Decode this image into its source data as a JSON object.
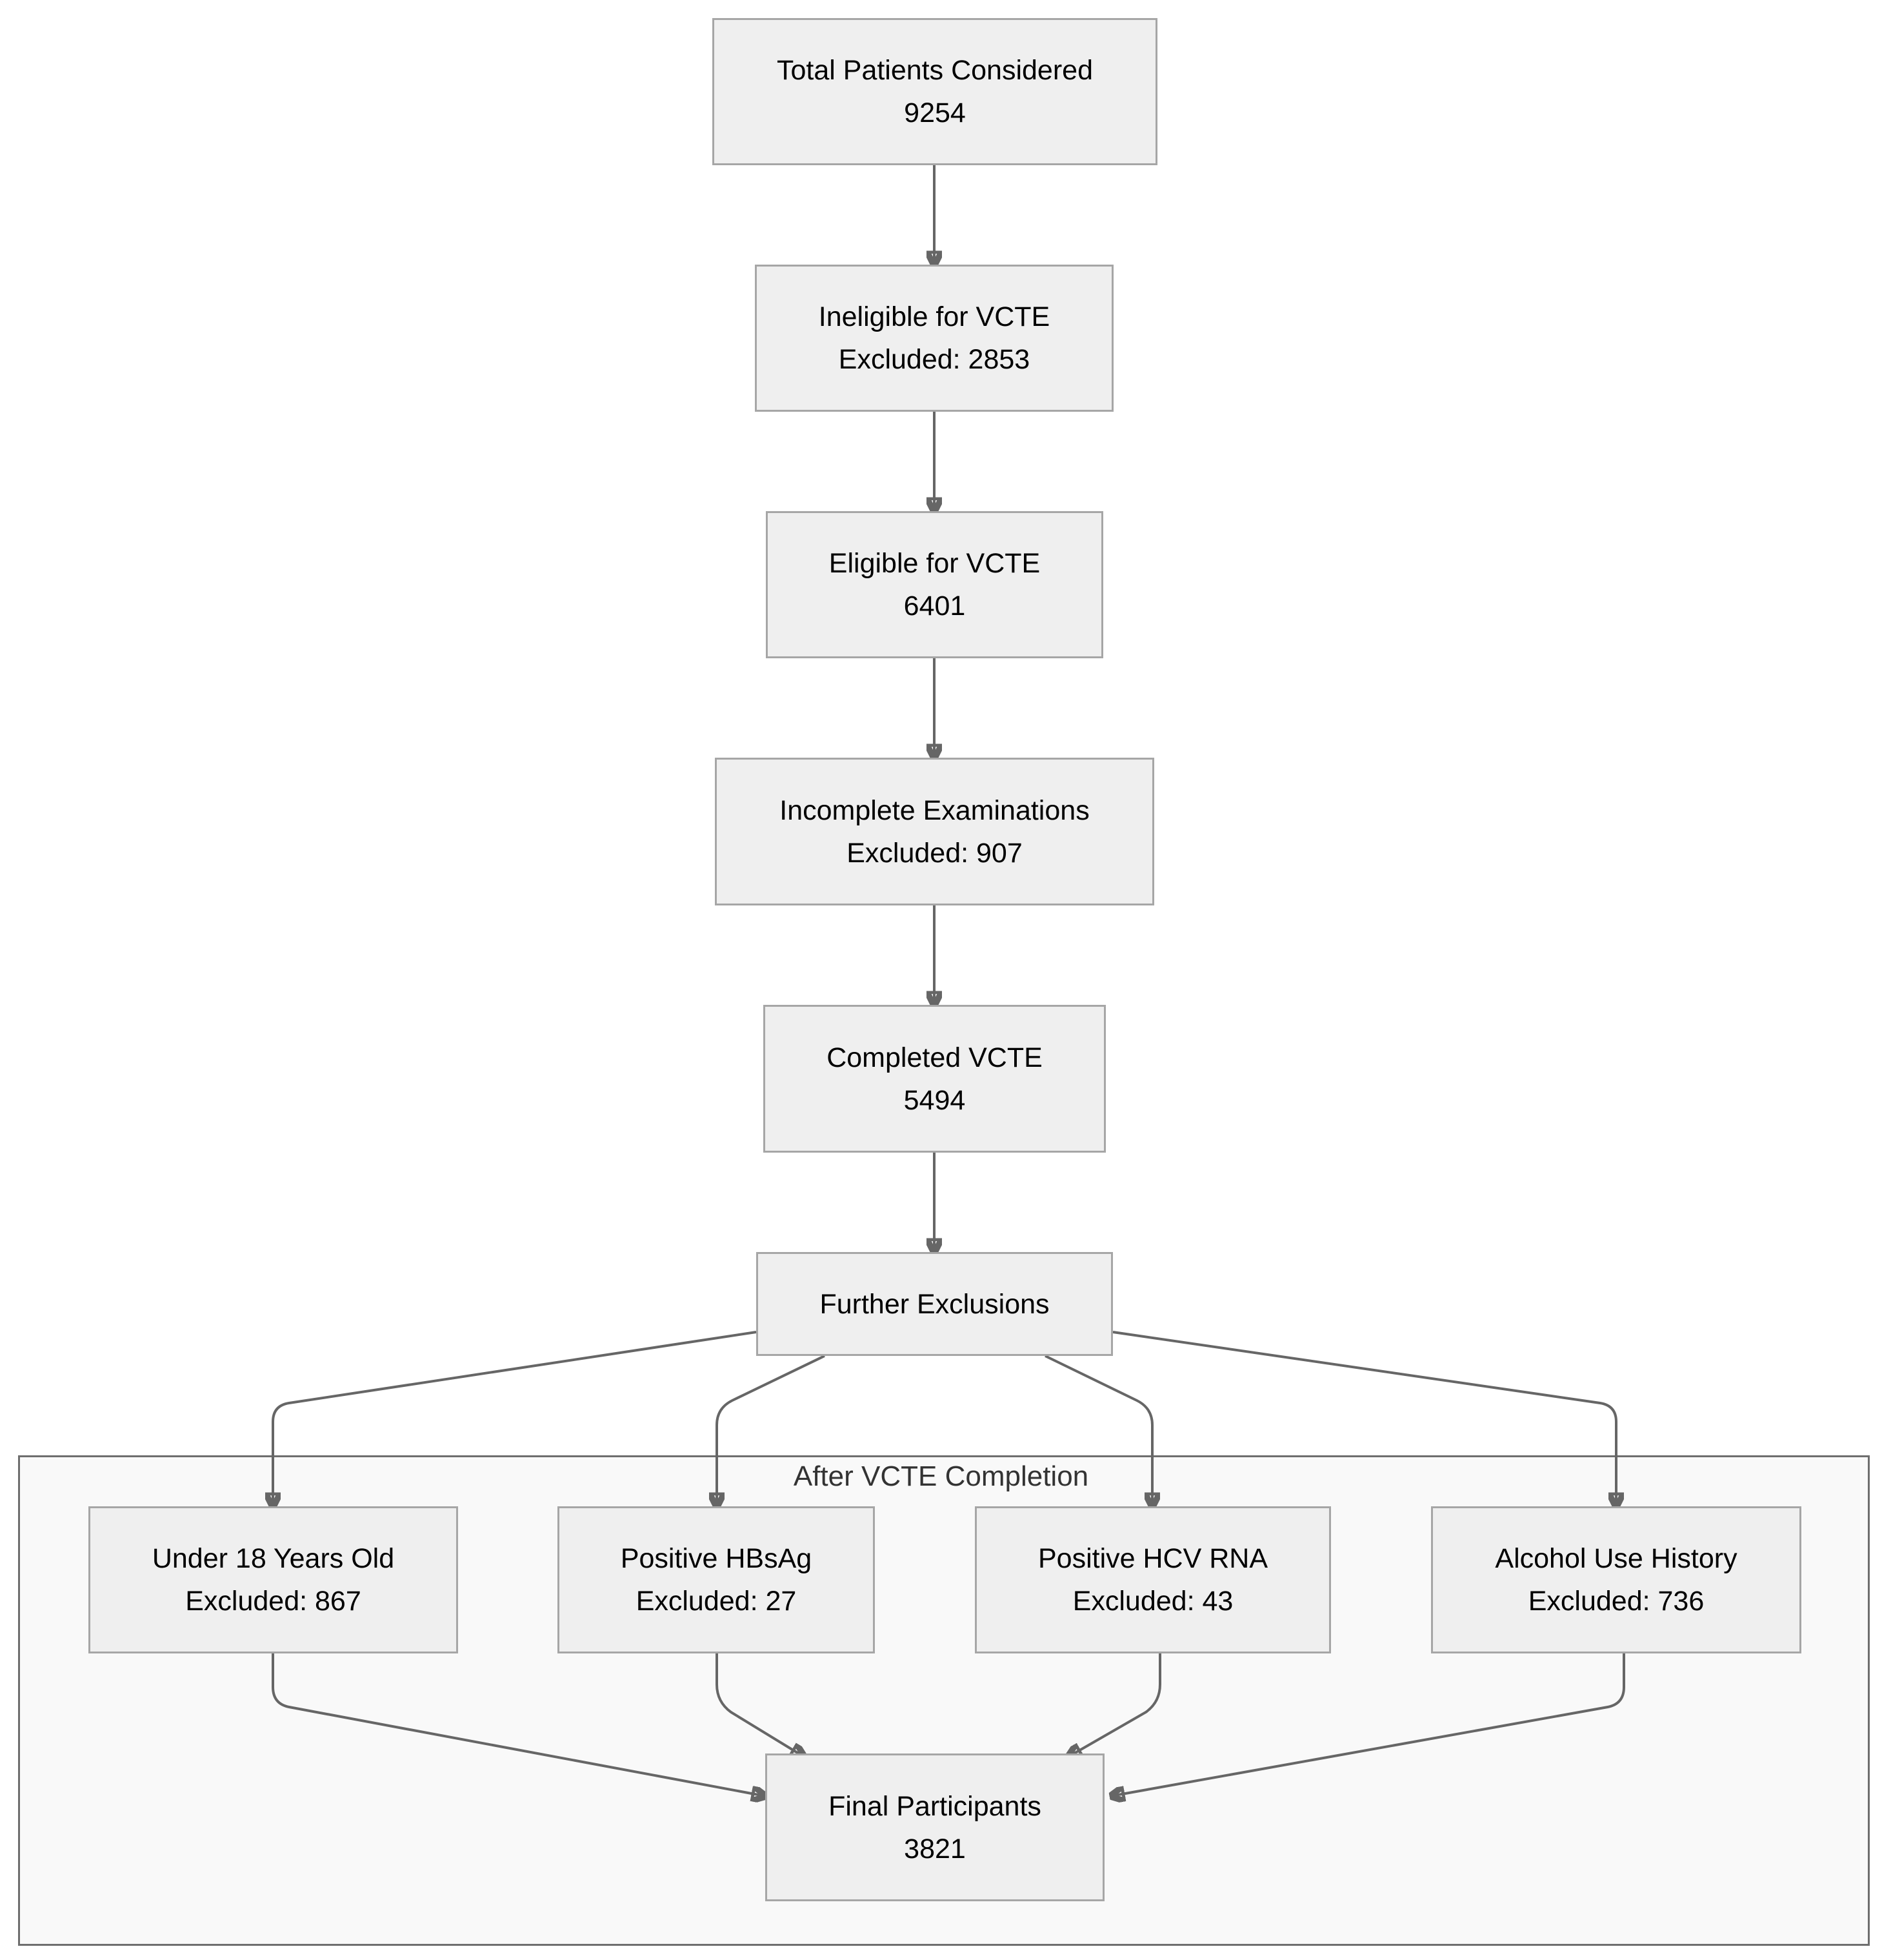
{
  "cluster": {
    "label": "After VCTE Completion"
  },
  "nodes": {
    "total": {
      "title": "Total Patients Considered",
      "value": "9254"
    },
    "ineligible": {
      "title": "Ineligible for VCTE",
      "value": "Excluded: 2853"
    },
    "eligible": {
      "title": "Eligible for VCTE",
      "value": "6401"
    },
    "incomplete": {
      "title": "Incomplete Examinations",
      "value": "Excluded: 907"
    },
    "completed": {
      "title": "Completed VCTE",
      "value": "5494"
    },
    "further": {
      "title": "Further Exclusions"
    },
    "under18": {
      "title": "Under 18 Years Old",
      "value": "Excluded: 867"
    },
    "hbsag": {
      "title": "Positive HBsAg",
      "value": "Excluded: 27"
    },
    "hcv": {
      "title": "Positive HCV RNA",
      "value": "Excluded: 43"
    },
    "alcohol": {
      "title": "Alcohol Use History",
      "value": "Excluded: 736"
    },
    "final": {
      "title": "Final Participants",
      "value": "3821"
    }
  },
  "edges": [
    [
      "total",
      "ineligible"
    ],
    [
      "ineligible",
      "eligible"
    ],
    [
      "eligible",
      "incomplete"
    ],
    [
      "incomplete",
      "completed"
    ],
    [
      "completed",
      "further"
    ],
    [
      "further",
      "under18"
    ],
    [
      "further",
      "hbsag"
    ],
    [
      "further",
      "hcv"
    ],
    [
      "further",
      "alcohol"
    ],
    [
      "under18",
      "final"
    ],
    [
      "hbsag",
      "final"
    ],
    [
      "hcv",
      "final"
    ],
    [
      "alcohol",
      "final"
    ]
  ],
  "colors": {
    "node_fill": "#efefef",
    "node_border": "#a6a6a6",
    "edge": "#666666",
    "cluster_fill": "#f9f9f9",
    "cluster_border": "#6e6e6e"
  }
}
